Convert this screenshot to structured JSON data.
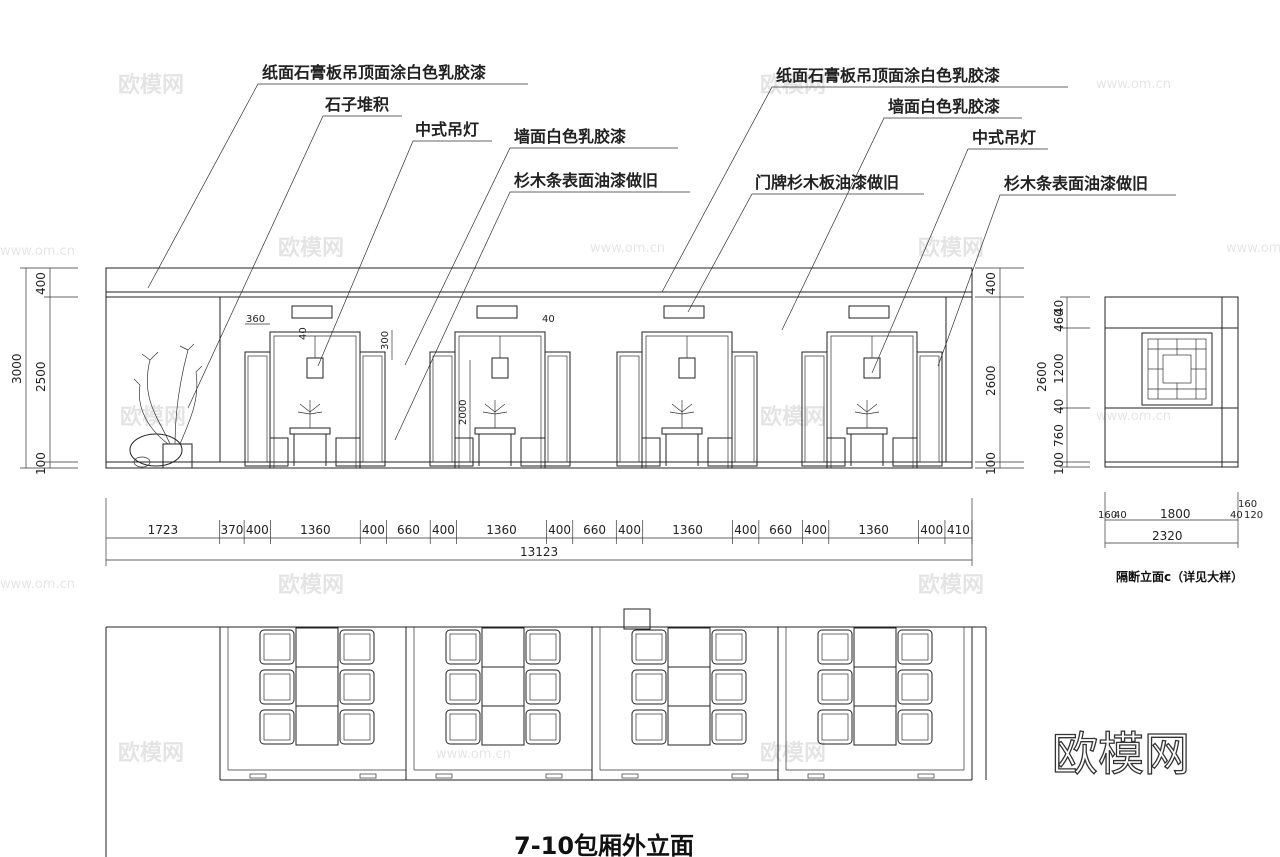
{
  "labels_left": [
    "纸面石膏板吊顶面涂白色乳胶漆",
    "石子堆积",
    "中式吊灯",
    "墙面白色乳胶漆",
    "杉木条表面油漆做旧"
  ],
  "labels_right": [
    "纸面石膏板吊顶面涂白色乳胶漆",
    "墙面白色乳胶漆",
    "中式吊灯",
    "门牌杉木板油漆做旧",
    "杉木条表面油漆做旧"
  ],
  "dims_bottom": [
    "1723",
    "370",
    "400",
    "1360",
    "400",
    "660",
    "400",
    "1360",
    "400",
    "660",
    "400",
    "1360",
    "400",
    "660",
    "400",
    "1360",
    "400",
    "410"
  ],
  "dim_total": "13123",
  "dims_left_vertical": [
    "3000",
    "400",
    "2500",
    "100"
  ],
  "dims_right_vertical": [
    "400",
    "2600",
    "100"
  ],
  "dims_inner": {
    "w360": "360",
    "w40a": "40",
    "h300": "300",
    "h2000": "2000",
    "w40b": "40"
  },
  "partition": {
    "caption": "隔断立面c（详见大样）",
    "dims_vertical": [
      "2600",
      "40",
      "460",
      "1200",
      "40",
      "760",
      "100"
    ],
    "dims_bottom": [
      "160",
      "40",
      "1800",
      "40",
      "120",
      "160"
    ],
    "dim_total": "2320"
  },
  "title": "7-10包厢外立面",
  "brand": "欧模网",
  "watermark": "欧模网",
  "watermark_url": "www.om.cn"
}
